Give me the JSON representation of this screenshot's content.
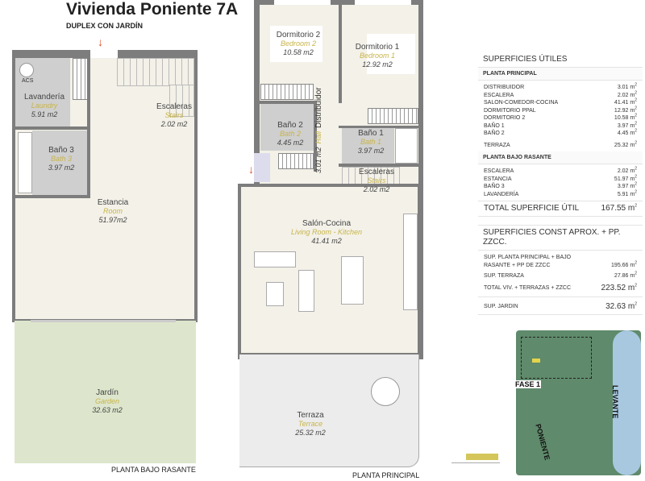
{
  "header": {
    "title": "Vivienda Poniente 7A",
    "subtitle": "DUPLEX CON JARDÍN"
  },
  "lower_floor": {
    "caption": "PLANTA BAJO RASANTE",
    "acs": "ACS",
    "rooms": [
      {
        "es": "Lavandería",
        "en": "Laundry",
        "area": "5.91 m2"
      },
      {
        "es": "Escaleras",
        "en": "Stairs",
        "area": "2.02 m2"
      },
      {
        "es": "Baño 3",
        "en": "Bath 3",
        "area": "3.97 m2"
      },
      {
        "es": "Estancia",
        "en": "Room",
        "area": "51.97m2"
      },
      {
        "es": "Jardín",
        "en": "Garden",
        "area": "32.63 m2"
      }
    ]
  },
  "main_floor": {
    "caption": "PLANTA PRINCIPAL",
    "rooms": [
      {
        "es": "Dormitorio 2",
        "en": "Bedroom 2",
        "area": "10.58 m2"
      },
      {
        "es": "Dormitorio 1",
        "en": "Bedroom 1",
        "area": "12.92 m2"
      },
      {
        "es": "Baño 2",
        "en": "Bath 2",
        "area": "4.45 m2"
      },
      {
        "es": "Baño 1",
        "en": "Bath 1",
        "area": "3.97 m2"
      },
      {
        "es": "Distribuidor",
        "en": "Hall",
        "area": "3.01 m2"
      },
      {
        "es": "Escaleras",
        "en": "Stairs",
        "area": "2.02 m2"
      },
      {
        "es": "Salón-Cocina",
        "en": "Living Room - Kitchen",
        "area": "41.41 m2"
      },
      {
        "es": "Terraza",
        "en": "Terrace",
        "area": "25.32 m2"
      }
    ]
  },
  "surfaces": {
    "title": "SUPERFICIES ÚTILES",
    "principal_title": "PLANTA PRINCIPAL",
    "principal": [
      {
        "name": "DISTRIBUIDOR",
        "value": "3.01 m"
      },
      {
        "name": "ESCALERA",
        "value": "2.02 m"
      },
      {
        "name": "SALON-COMEDOR-COCINA",
        "value": "41.41 m"
      },
      {
        "name": "DORMITORIO PPAL",
        "value": "12.92 m"
      },
      {
        "name": "DORMITORIO 2",
        "value": "10.58 m"
      },
      {
        "name": "BAÑO 1",
        "value": "3.97 m"
      },
      {
        "name": "BAÑO 2",
        "value": "4.45 m"
      }
    ],
    "terraza": {
      "name": "TERRAZA",
      "value": "25.32 m"
    },
    "bajo_title": "PLANTA BAJO RASANTE",
    "bajo": [
      {
        "name": "ESCALERA",
        "value": "2.02 m"
      },
      {
        "name": "ESTANCIA",
        "value": "51.97 m"
      },
      {
        "name": "BAÑO 3",
        "value": "3.97 m"
      },
      {
        "name": "LAVANDERÍA",
        "value": "5.91 m"
      }
    ],
    "total": {
      "name": "TOTAL SUPERFICIE ÚTIL",
      "value": "167.55 m"
    },
    "const_title": "SUPERFICIES CONST APROX. + PP. ZZCC.",
    "const": [
      {
        "name": "SUP. PLANTA PRINCIPAL + BAJO RASANTE + PP DE ZZCC",
        "value": "195.66 m"
      },
      {
        "name": "SUP. TERRAZA",
        "value": "27.86 m"
      }
    ],
    "const_total": {
      "name": "TOTAL VIV. + TERRAZAS + ZZCC",
      "value": "223.52 m"
    },
    "jardin": {
      "name": "SUP. JARDIN",
      "value": "32.63 m"
    },
    "sq": "2"
  },
  "site_map": {
    "fase": "FASE 1",
    "poniente": "PONIENTE",
    "levante": "LEVANTE"
  }
}
